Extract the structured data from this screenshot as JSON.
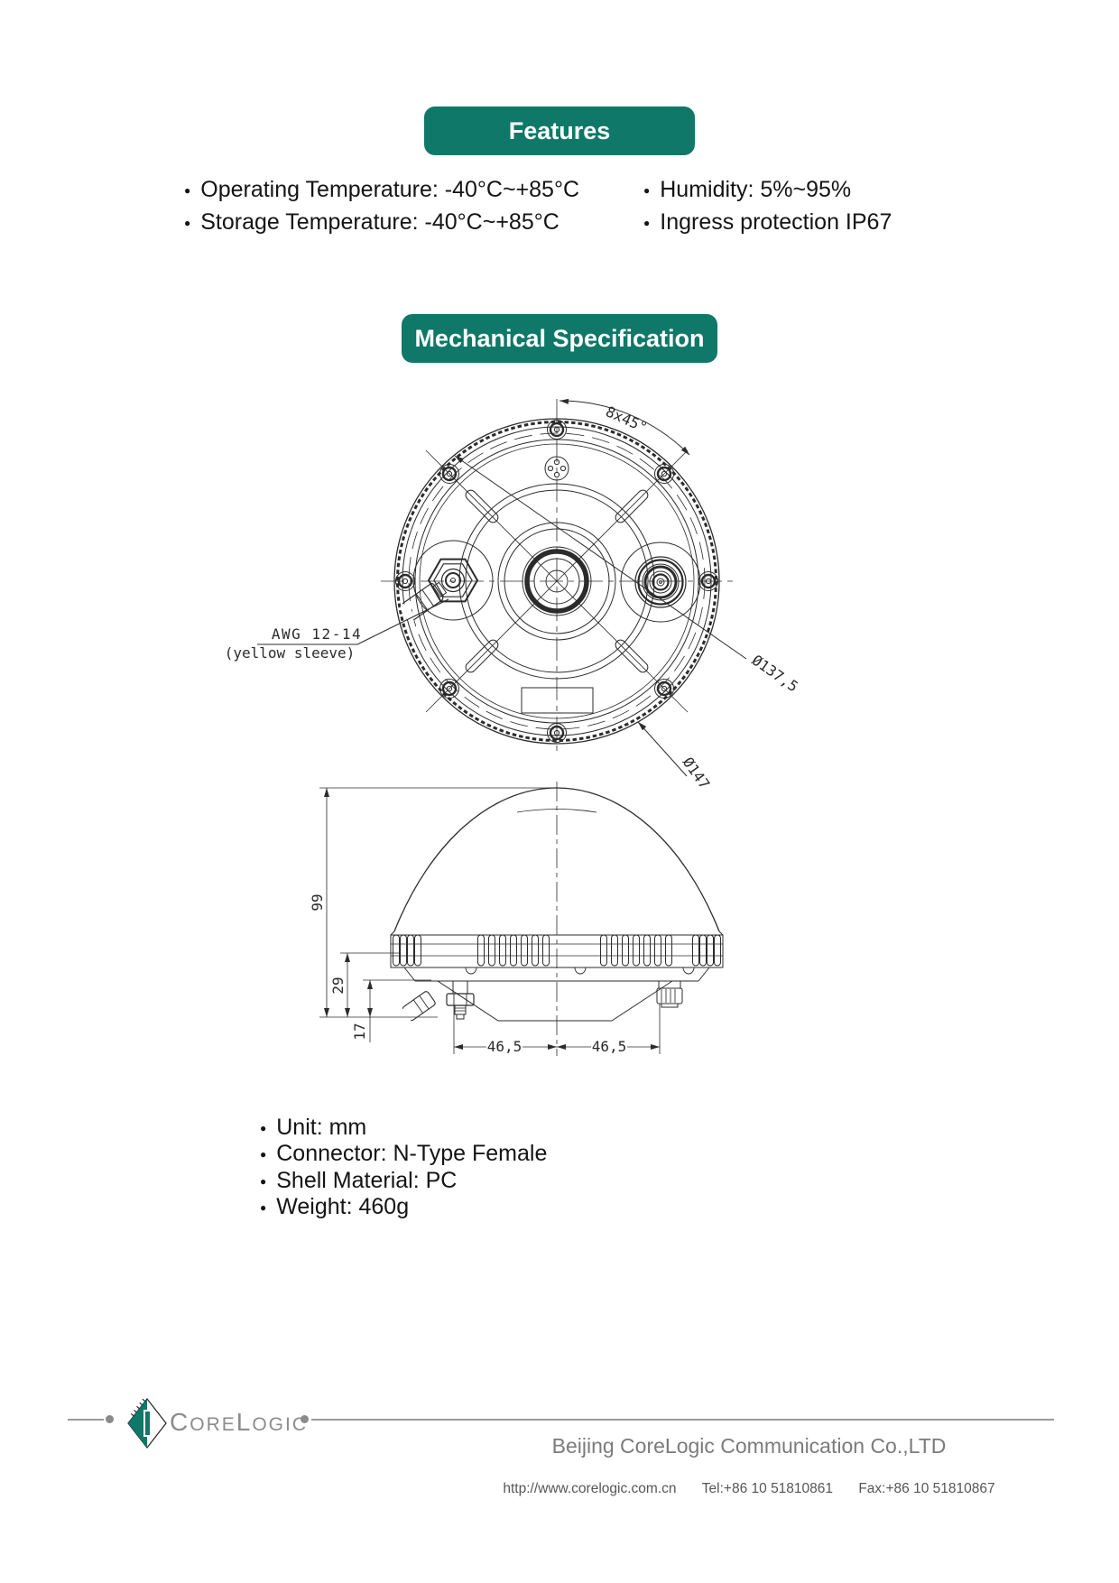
{
  "features": {
    "title": "Features",
    "left": [
      "Operating Temperature: -40°C~+85°C",
      "Storage Temperature: -40°C~+85°C"
    ],
    "right": [
      "Humidity: 5%~95%",
      "Ingress protection IP67"
    ]
  },
  "mechanical": {
    "title": "Mechanical Specification",
    "drawing_labels": {
      "chamfer": "8x45°",
      "awg_line1": "AWG 12-14",
      "awg_line2": "(yellow sleeve)",
      "dia_body": "Ø137,5",
      "dia_outer": "Ø147",
      "h_total": "99",
      "h_base": "29",
      "h_bottom": "17",
      "w_left": "46,5",
      "w_right": "46,5"
    },
    "notes": [
      "Unit: mm",
      "Connector:  N-Type Female",
      "Shell Material: PC",
      "Weight: 460g"
    ]
  },
  "footer": {
    "brand_c": "C",
    "brand_ore": "ORE",
    "brand_l": "L",
    "brand_ogic": "OGIC",
    "company": "Beijing CoreLogic Communication Co.,LTD",
    "website": "http://www.corelogic.com.cn",
    "tel": "Tel:+86 10 51810861",
    "fax": "Fax:+86 10 51810867"
  },
  "colors": {
    "accent_teal": "#0f7868",
    "line_gray": "#9a9a9a",
    "text_gray": "#7b7b7b"
  }
}
